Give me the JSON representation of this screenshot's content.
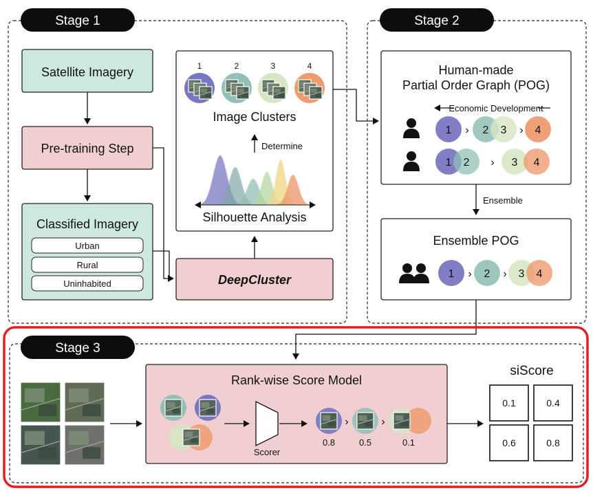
{
  "stages": {
    "stage1": "Stage 1",
    "stage2": "Stage 2",
    "stage3": "Stage 3"
  },
  "stage1": {
    "satellite_imagery": "Satellite Imagery",
    "pretraining": "Pre-training Step",
    "classified_imagery": "Classified Imagery",
    "classes": [
      "Urban",
      "Rural",
      "Uninhabited"
    ],
    "deepcluster": "DeepCluster",
    "cluster_numbers": [
      "1",
      "2",
      "3",
      "4"
    ],
    "image_clusters": "Image Clusters",
    "determine": "Determine",
    "silhouette": "Silhouette Analysis"
  },
  "stage2": {
    "pog_title_line1": "Human-made",
    "pog_title_line2": "Partial Order Graph (POG)",
    "economic_development": "Economic Development",
    "row1": [
      "1",
      "2",
      "3",
      "4"
    ],
    "row2": [
      "1",
      "2",
      "3",
      "4"
    ],
    "ensemble_label": "Ensemble",
    "ensemble_pog": "Ensemble POG",
    "ensemble_row": [
      "1",
      "2",
      "3",
      "4"
    ],
    "arrow_glyph": "›"
  },
  "stage3": {
    "rank_model": "Rank-wise Score Model",
    "scorer": "Scorer",
    "scores": [
      "0.8",
      "0.5",
      "0.1"
    ],
    "siscore_title": "siScore",
    "siscore_values": [
      "0.1",
      "0.4",
      "0.6",
      "0.8"
    ]
  },
  "colors": {
    "teal_box": "#cde8df",
    "pink_box": "#f1cfd0",
    "c1": "#7a77c2",
    "c2": "#92c0b6",
    "c3": "#d6e6c2",
    "c4": "#ee9b70",
    "highlight": "#e01f1f"
  }
}
